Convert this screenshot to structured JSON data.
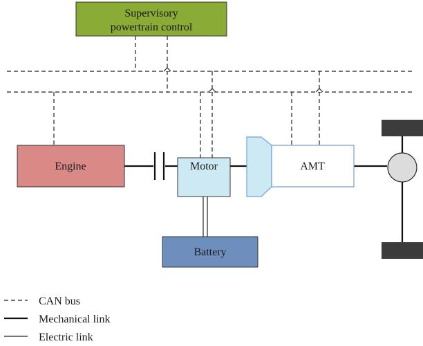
{
  "blocks": {
    "supervisory_line1": "Supervisory",
    "supervisory_line2": "powertrain control",
    "engine": "Engine",
    "motor": "Motor",
    "amt": "AMT",
    "battery": "Battery"
  },
  "legend": {
    "can_bus": "CAN bus",
    "mechanical_link": "Mechanical link",
    "electric_link": "Electric link"
  },
  "colors": {
    "supervisory_fill": "#8aab36",
    "engine_fill": "#d98a87",
    "motor_fill": "#cce9f4",
    "amt_fill": "#ffffff",
    "amt_stroke": "#6fa0d0",
    "battery_fill": "#6e8fbd",
    "wheel_fill": "#3c3c3c",
    "hub_fill": "#dcdcdc"
  }
}
